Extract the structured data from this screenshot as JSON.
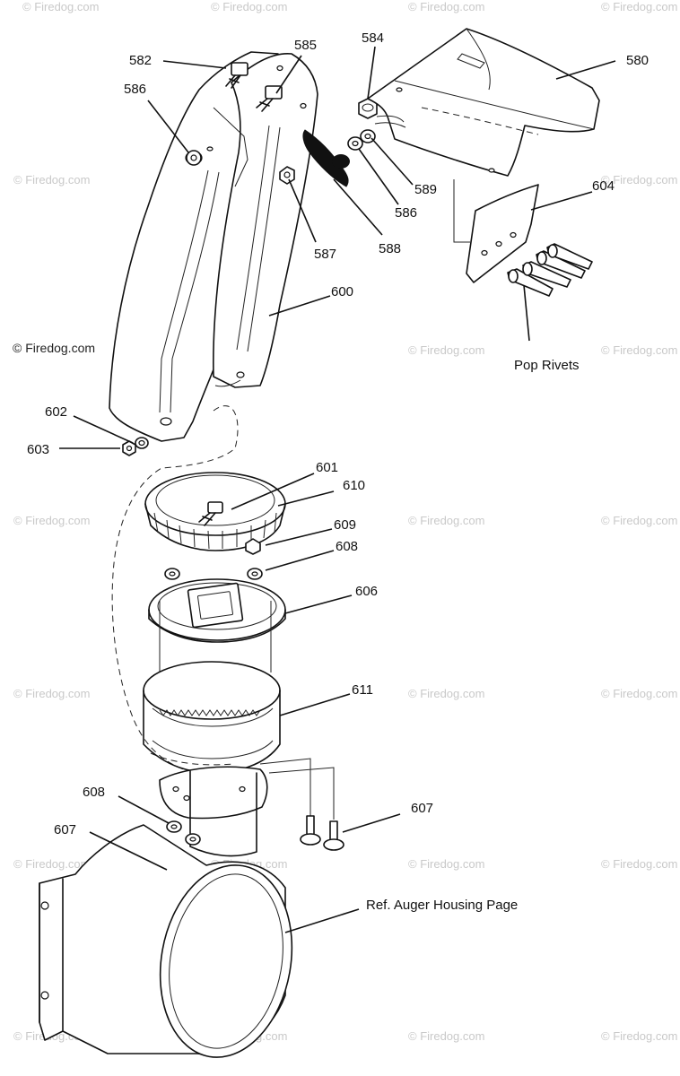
{
  "callouts": {
    "p580": "580",
    "p582": "582",
    "p584": "584",
    "p585": "585",
    "p586a": "586",
    "p586b": "586",
    "p587": "587",
    "p588": "588",
    "p589": "589",
    "p600": "600",
    "p601": "601",
    "p602": "602",
    "p603": "603",
    "p604": "604",
    "p606": "606",
    "p607a": "607",
    "p607b": "607",
    "p608a": "608",
    "p608b": "608",
    "p609": "609",
    "p610": "610",
    "p611": "611"
  },
  "labels": {
    "pop_rivets": "Pop Rivets",
    "ref_auger": "Ref. Auger Housing Page"
  },
  "watermark": {
    "text": "© Firedog.com"
  },
  "colors": {
    "line": "#111111",
    "watermark": "#c9c9c9",
    "background": "#ffffff"
  }
}
